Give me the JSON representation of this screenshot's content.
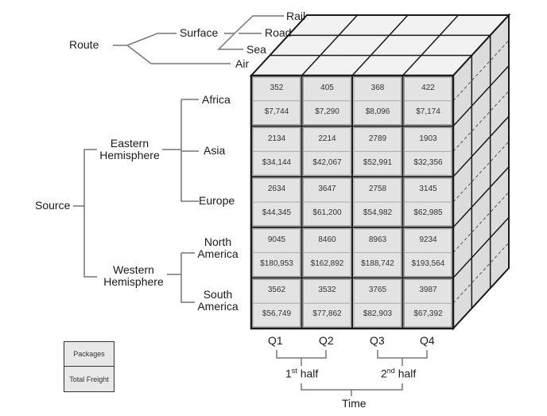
{
  "route": {
    "title": "Route",
    "surface": "Surface",
    "air": "Air",
    "modes": [
      "Rail",
      "Road",
      "Sea"
    ]
  },
  "source": {
    "title": "Source",
    "eastern": "Eastern\nHemisphere",
    "western": "Western\nHemisphere",
    "regions": [
      "Africa",
      "Asia",
      "Europe",
      "North\nAmerica",
      "South\nAmerica"
    ]
  },
  "time": {
    "title": "Time",
    "quarters": [
      "Q1",
      "Q2",
      "Q3",
      "Q4"
    ],
    "first_half_ord": "1",
    "first_half_sup": "st",
    "first_half_word": " half",
    "second_half_ord": "2",
    "second_half_sup": "nd",
    "second_half_word": " half"
  },
  "legend": {
    "packages": "Packages",
    "total_freight": "Total Freight"
  },
  "cube": {
    "rows": [
      {
        "packages": [
          "352",
          "405",
          "368",
          "422"
        ],
        "freight": [
          "$7,744",
          "$7,290",
          "$8,096",
          "$7,174"
        ]
      },
      {
        "packages": [
          "2134",
          "2214",
          "2789",
          "1903"
        ],
        "freight": [
          "$34,144",
          "$42,067",
          "$52,991",
          "$32,356"
        ]
      },
      {
        "packages": [
          "2634",
          "3647",
          "2758",
          "3145"
        ],
        "freight": [
          "$44,345",
          "$61,200",
          "$54,982",
          "$62,985"
        ]
      },
      {
        "packages": [
          "9045",
          "8460",
          "8963",
          "9234"
        ],
        "freight": [
          "$180,953",
          "$162,892",
          "$188,742",
          "$193,564"
        ]
      },
      {
        "packages": [
          "3562",
          "3532",
          "3765",
          "3987"
        ],
        "freight": [
          "$56,749",
          "$77,862",
          "$82,903",
          "$67,392"
        ]
      }
    ]
  },
  "colors": {
    "front_face": "#e6e6e6",
    "top_face": "#f2f2f2",
    "side_face": "#dcdcdc",
    "line": "#1a1a1a"
  }
}
